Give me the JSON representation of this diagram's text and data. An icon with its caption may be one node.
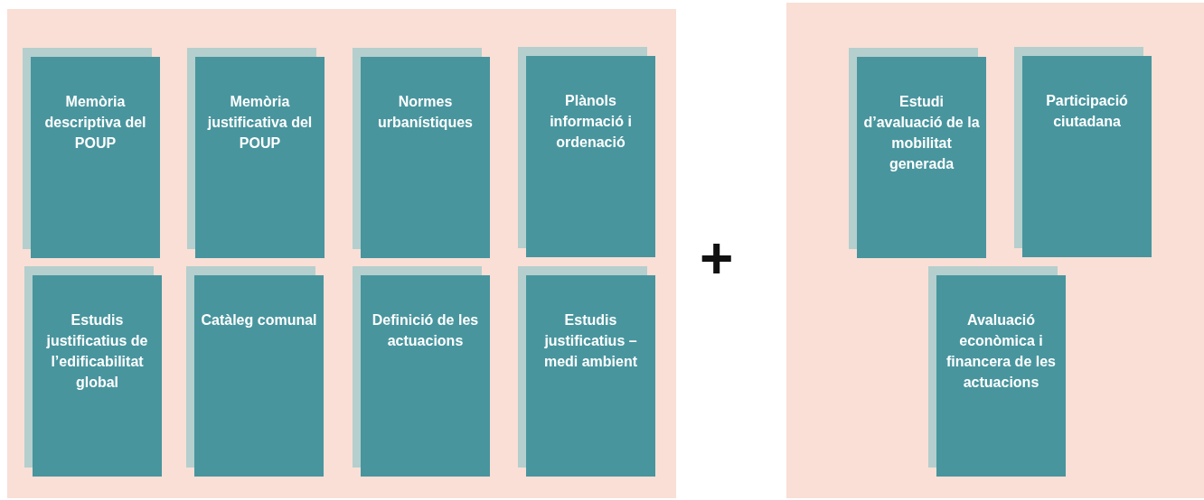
{
  "diagram": {
    "nodes": [
      {
        "text": [],
        "shape": "box"
      },
      {
        "text": [
          "Memòria descriptiva del POUP"
        ],
        "in": 0
      },
      {
        "text": [
          "Memòria justificativa del POUP"
        ],
        "in": 0
      },
      {
        "text": [
          "Normes urbanístiques"
        ],
        "in": 0
      },
      {
        "text": [
          "Plànols informació i ordenació"
        ],
        "in": 0
      },
      {
        "text": [
          "Estudis justificatius de l’edificabilitat global"
        ],
        "in": 0
      },
      {
        "text": [
          "Catàleg comunal"
        ],
        "in": 0
      },
      {
        "text": [
          "Definició de les actuacions"
        ],
        "in": 0
      },
      {
        "text": [
          "Estudis justificatius – medi ambient"
        ],
        "in": 0
      },
      {
        "text": [],
        "shape": "box"
      },
      {
        "text": [
          "Estudi d’avaluació de la mobilitat generada"
        ],
        "in": 9
      },
      {
        "text": [
          "Participació ciutadana"
        ],
        "in": 9
      },
      {
        "text": [
          "Avaluació econòmica i financera de les actuacions"
        ],
        "in": 9
      }
    ],
    "labels": [
      "+"
    ]
  }
}
